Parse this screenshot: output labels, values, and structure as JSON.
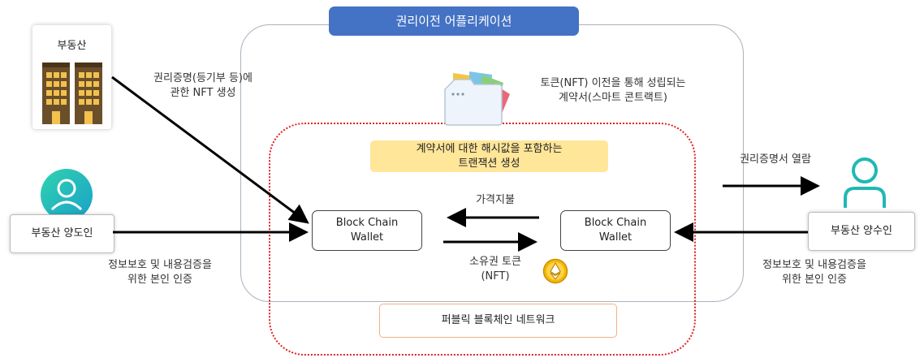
{
  "app": {
    "title": "권리이전 어플리케이션"
  },
  "real_estate": {
    "label": "부동산"
  },
  "edges": {
    "nft_creation": [
      "권리증명(등기부 등)에",
      "관한 NFT 생성"
    ],
    "contract": [
      "토큰(NFT) 이전을 통해 성립되는",
      "계약서(스마트 콘트랙트)"
    ],
    "price_payment": "가격지불",
    "ownership_token": [
      "소유권 토큰",
      "(NFT)"
    ],
    "certificate_view": "권리증명서 열람"
  },
  "hash_box": {
    "lines": [
      "계약서에 대한 해시값을 포함하는",
      "트랜잭션 생성"
    ]
  },
  "wallets": {
    "left": {
      "lines": [
        "Block Chain",
        "Wallet"
      ]
    },
    "right": {
      "lines": [
        "Block Chain",
        "Wallet"
      ]
    }
  },
  "seller": {
    "label": "부동산 양도인",
    "auth": [
      "정보보호 및 내용검증을",
      "위한 본인 인증"
    ]
  },
  "buyer": {
    "label": "부동산 양수인",
    "auth": [
      "정보보호 및 내용검증을",
      "위한 본인 인증"
    ]
  },
  "network": {
    "label": "퍼블릭 블록체인 네트워크"
  },
  "colors": {
    "app_title_bg": "#4472c4",
    "hash_box_bg": "#ffe699",
    "network_border": "#e02020",
    "network_label_border": "#f4b183",
    "person_accent": "#1fb8b4"
  }
}
